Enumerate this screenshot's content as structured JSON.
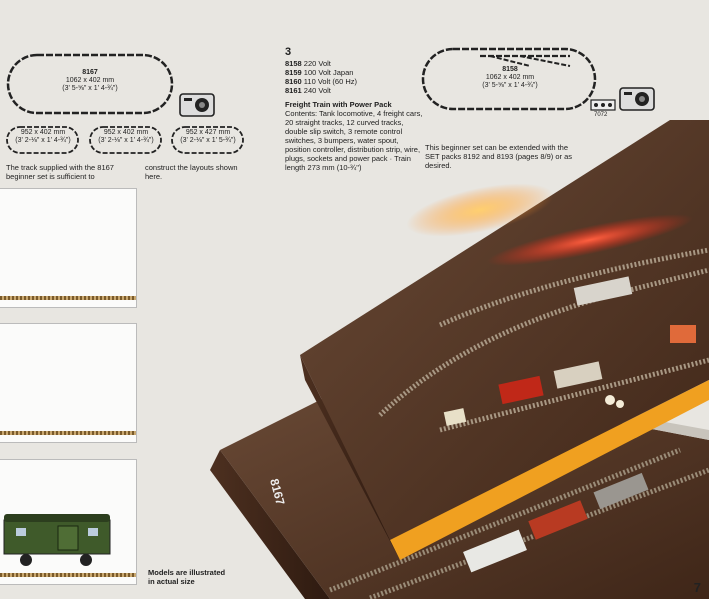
{
  "layouts": {
    "main": {
      "code": "8167",
      "size": "1062 x 402 mm",
      "inches": "(3' 5-⅝\" x 1' 4-¾\")"
    },
    "small": [
      {
        "size": "952 x 402 mm",
        "inches": "(3' 2-⅛\" x 1' 4-¾\")"
      },
      {
        "size": "952 x 402 mm",
        "inches": "(3' 2-⅛\" x 1' 4-¾\")"
      },
      {
        "size": "952 x 427 mm",
        "inches": "(3' 2-⅛\" x 1' 5-¾\")"
      }
    ],
    "right": {
      "code": "8158",
      "size": "1062 x 402 mm",
      "inches": "(3' 5-⅝\" x 1' 4-¾\")"
    }
  },
  "left_caption": {
    "col1": "The track supplied with the 8167 beginner set is sufficient to",
    "col2": "construct the layouts shown here."
  },
  "set_info": {
    "number": "3",
    "variants": [
      {
        "code": "8158",
        "desc": "220 Volt"
      },
      {
        "code": "8159",
        "desc": "100 Volt Japan"
      },
      {
        "code": "8160",
        "desc": "110 Volt (60 Hz)"
      },
      {
        "code": "8161",
        "desc": "240 Volt"
      }
    ],
    "title": "Freight Train with Power Pack",
    "body": "Contents: Tank locomotive, 4 freight cars, 20 straight tracks, 12 curved tracks, double slip switch, 3 remote control switches, 3 bumpers, water spout, position controller, distribution strip, wire, plugs, sockets and power pack · Train length 273 mm (10-¾\")"
  },
  "extend_text": "This beginner set can be extended with the SET packs 8192 and 8193 (pages 8/9) or as desired.",
  "accessory_label": "7072",
  "models_caption": "Models are illustrated in actual size",
  "box_labels": {
    "lower_box": "8167"
  },
  "page_number": "7",
  "colors": {
    "box_brown": "#5e3a24",
    "box_orange": "#f0a020",
    "background": "#e8e6e1"
  }
}
